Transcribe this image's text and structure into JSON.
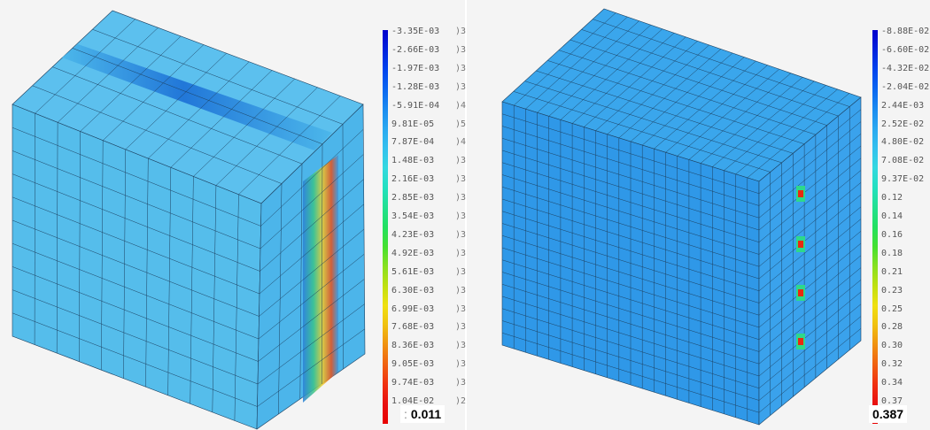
{
  "left": {
    "legend_values": [
      "-3.35E-03",
      "-2.66E-03",
      "-1.97E-03",
      "-1.28E-03",
      "-5.91E-04",
      "9.81E-05",
      "7.87E-04",
      "1.48E-03",
      "2.16E-03",
      "2.85E-03",
      "3.54E-03",
      "4.23E-03",
      "4.92E-03",
      "5.61E-03",
      "6.30E-03",
      "6.99E-03",
      "7.68E-03",
      "8.36E-03",
      "9.05E-03",
      "9.74E-03",
      "1.04E-02"
    ],
    "legend_right": [
      ")3",
      ")3",
      ")3",
      ")3",
      ")4",
      ")5",
      ")4",
      ")3",
      ")3",
      ")3",
      ")3",
      ")3",
      ")3",
      ")3",
      ")3",
      ")3",
      ")3",
      ")3",
      ")3",
      ")3",
      ")2"
    ],
    "max_label": "0.011",
    "max_prefix": ":"
  },
  "right": {
    "legend_values": [
      "-8.88E-02",
      "-6.60E-02",
      "-4.32E-02",
      "-2.04E-02",
      "2.44E-03",
      "2.52E-02",
      "4.80E-02",
      "7.08E-02",
      "9.37E-02",
      "0.12",
      "0.14",
      "0.16",
      "0.18",
      "0.21",
      "0.23",
      "0.25",
      "0.28",
      "0.30",
      "0.32",
      "0.34",
      "0.37"
    ],
    "max_label": "0.387"
  },
  "colors": {
    "base_light": "#4fb8ea",
    "base_dark": "#2a8fd8",
    "hot": "#e82a10"
  }
}
